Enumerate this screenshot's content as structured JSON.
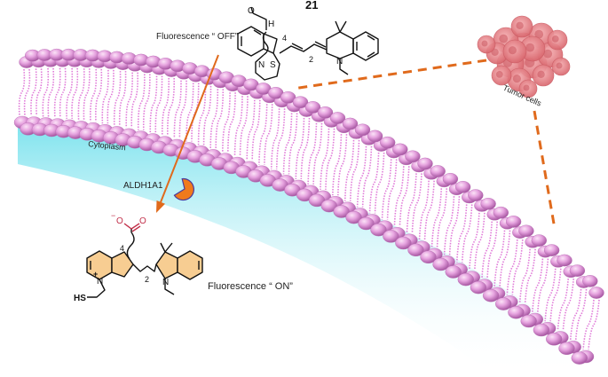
{
  "figure": {
    "compound_number": "21",
    "fluorescence_off": "Fluorescence “ OFF”",
    "fluorescence_on": "Fluorescence “ ON”",
    "tumor_cells": "Tumor cells",
    "cytoplasm": "Cytoplasm",
    "enzyme": "ALDH1A1"
  },
  "chem_off": {
    "atom_o": "O",
    "atom_h": "H",
    "atom_s": "S",
    "atom_n1": "N",
    "atom_n2": "N",
    "sub_4": "4",
    "sub_2": "2"
  },
  "chem_on": {
    "atom_o": "O",
    "atom_o_minus": "O",
    "minus": "−",
    "atom_n1": "N",
    "plus": "+",
    "atom_n2": "N",
    "hs": "HS",
    "sub_4": "4",
    "sub_2": "2"
  },
  "colors": {
    "head_light": "#f4c6ec",
    "head_mid": "#d98ad6",
    "head_dark": "#9c4e9a",
    "tail": "#e07ad8",
    "cytoplasm": "#7fe3ee",
    "arrow": "#e06a1c",
    "dash": "#e06a1c",
    "enzyme": "#f07a1c",
    "enzyme_edge": "#4a3a9a",
    "tumor": "#e8848a",
    "ring_fill": "#f7cd92",
    "carboxylate": "#c2304a"
  }
}
